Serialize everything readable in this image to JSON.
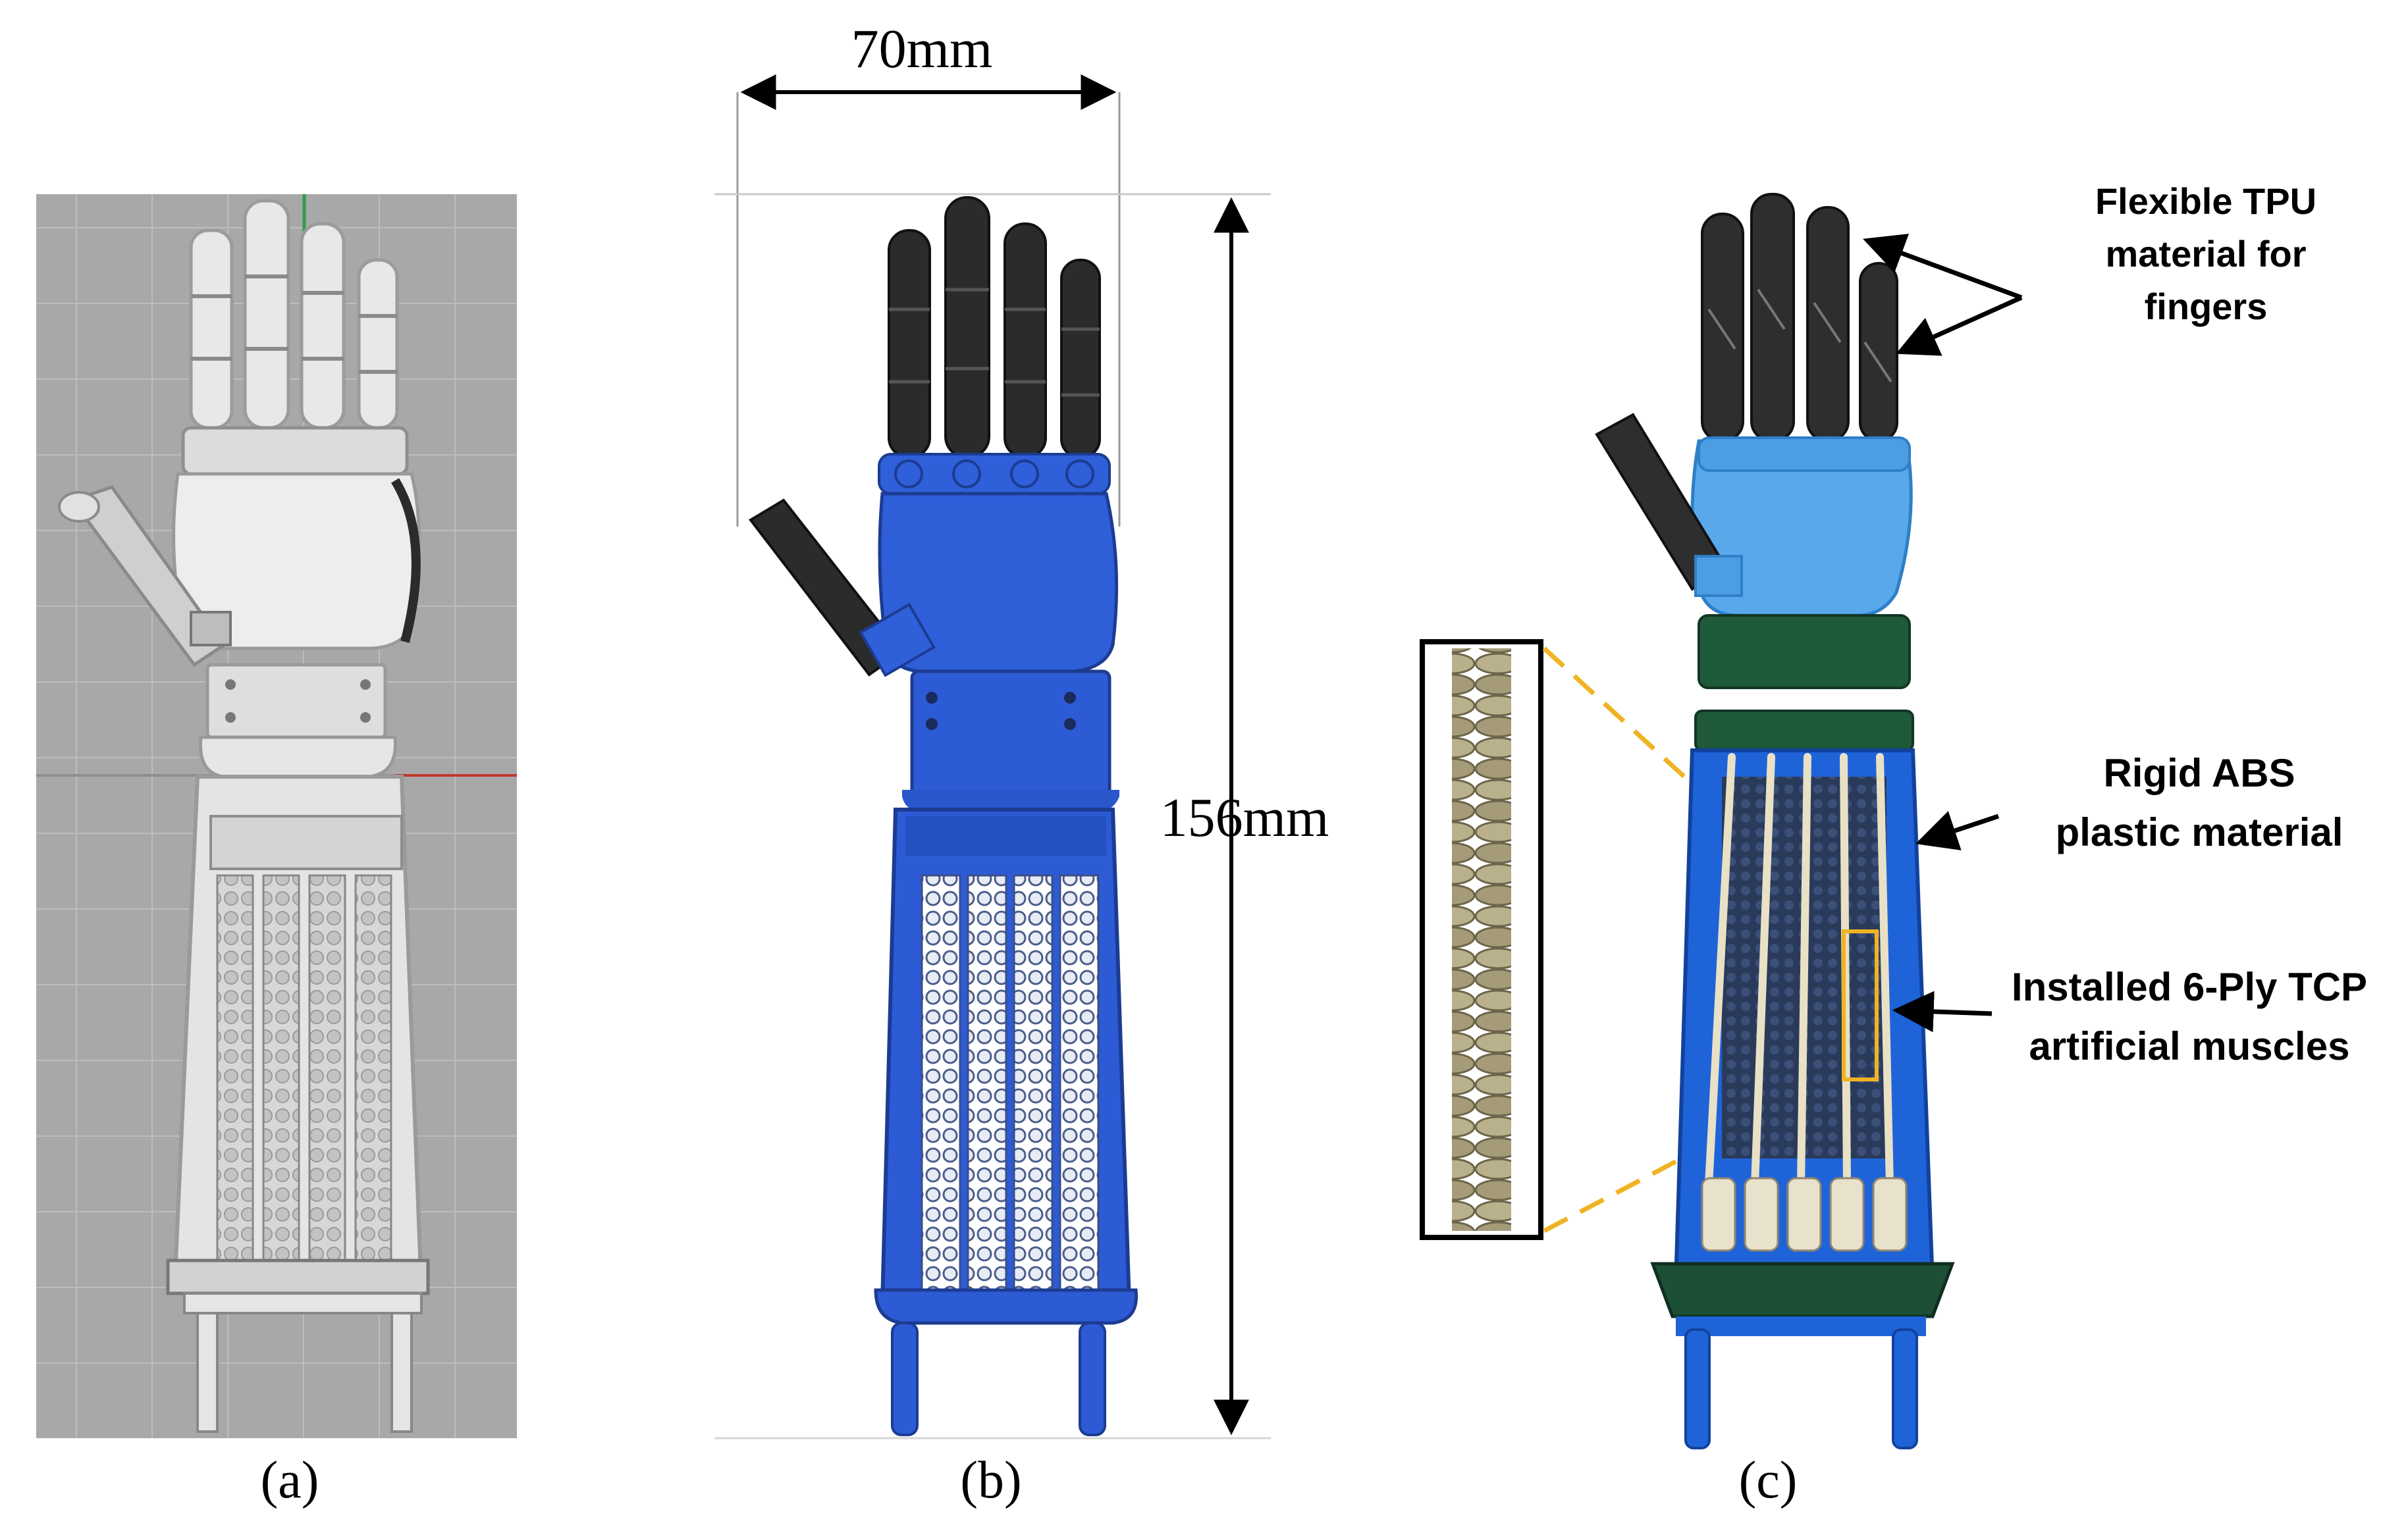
{
  "panels": [
    {
      "caption": "(a)"
    },
    {
      "caption": "(b)"
    },
    {
      "caption": "(c)"
    }
  ],
  "dimensions": {
    "width_label": "70mm",
    "height_label": "156mm"
  },
  "annotations": {
    "fingers": [
      "Flexible TPU",
      "material for",
      "fingers"
    ],
    "body": [
      "Rigid ABS",
      "plastic material"
    ],
    "muscles": [
      "Installed 6-Ply TCP",
      "artificial muscles"
    ]
  },
  "colors": {
    "background": "#ffffff",
    "cad_grid_bg": "#a9a9a9",
    "cad_part": "#e4e4e4",
    "render_blue": "#2d5bd6",
    "finger_black": "#2a2a2a",
    "photo_light_blue": "#56a6e8",
    "photo_blue": "#1f63d9",
    "band_green": "#1f5a3a",
    "rope_tan": "#a49a78",
    "callout_yellow": "#f0b323"
  }
}
